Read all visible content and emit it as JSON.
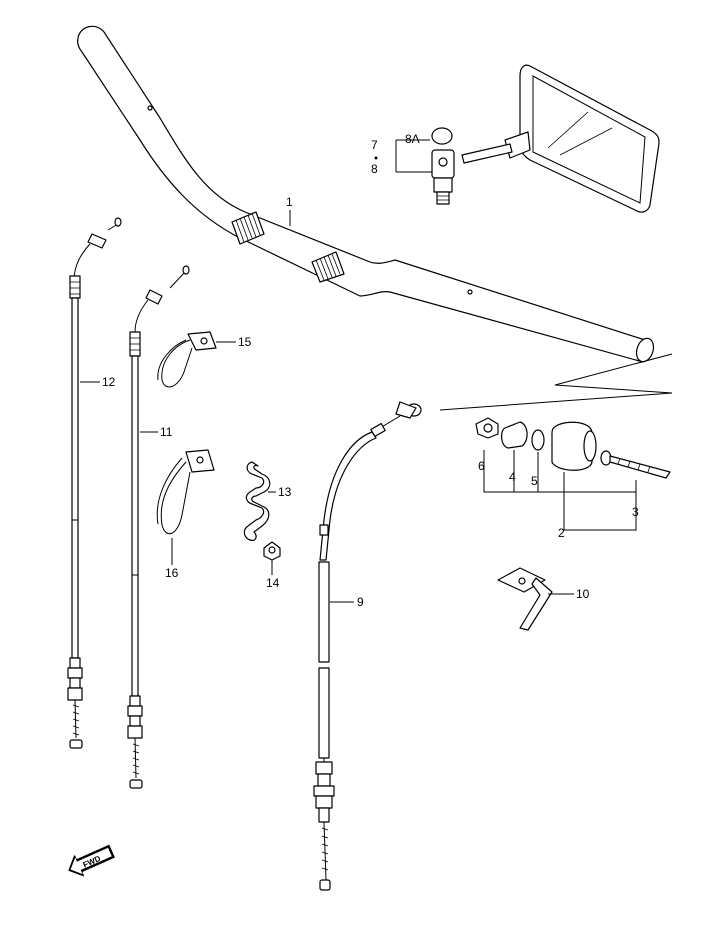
{
  "labels": {
    "p1": "1",
    "p2": "2",
    "p3": "3",
    "p4": "4",
    "p5": "5",
    "p6": "6",
    "p7": "7",
    "p8": "8",
    "p8a": "8A",
    "p9": "9",
    "p10": "10",
    "p11": "11",
    "p12": "12",
    "p13": "13",
    "p14": "14",
    "p15": "15",
    "p16": "16"
  },
  "fwd_arrow": "FWD"
}
